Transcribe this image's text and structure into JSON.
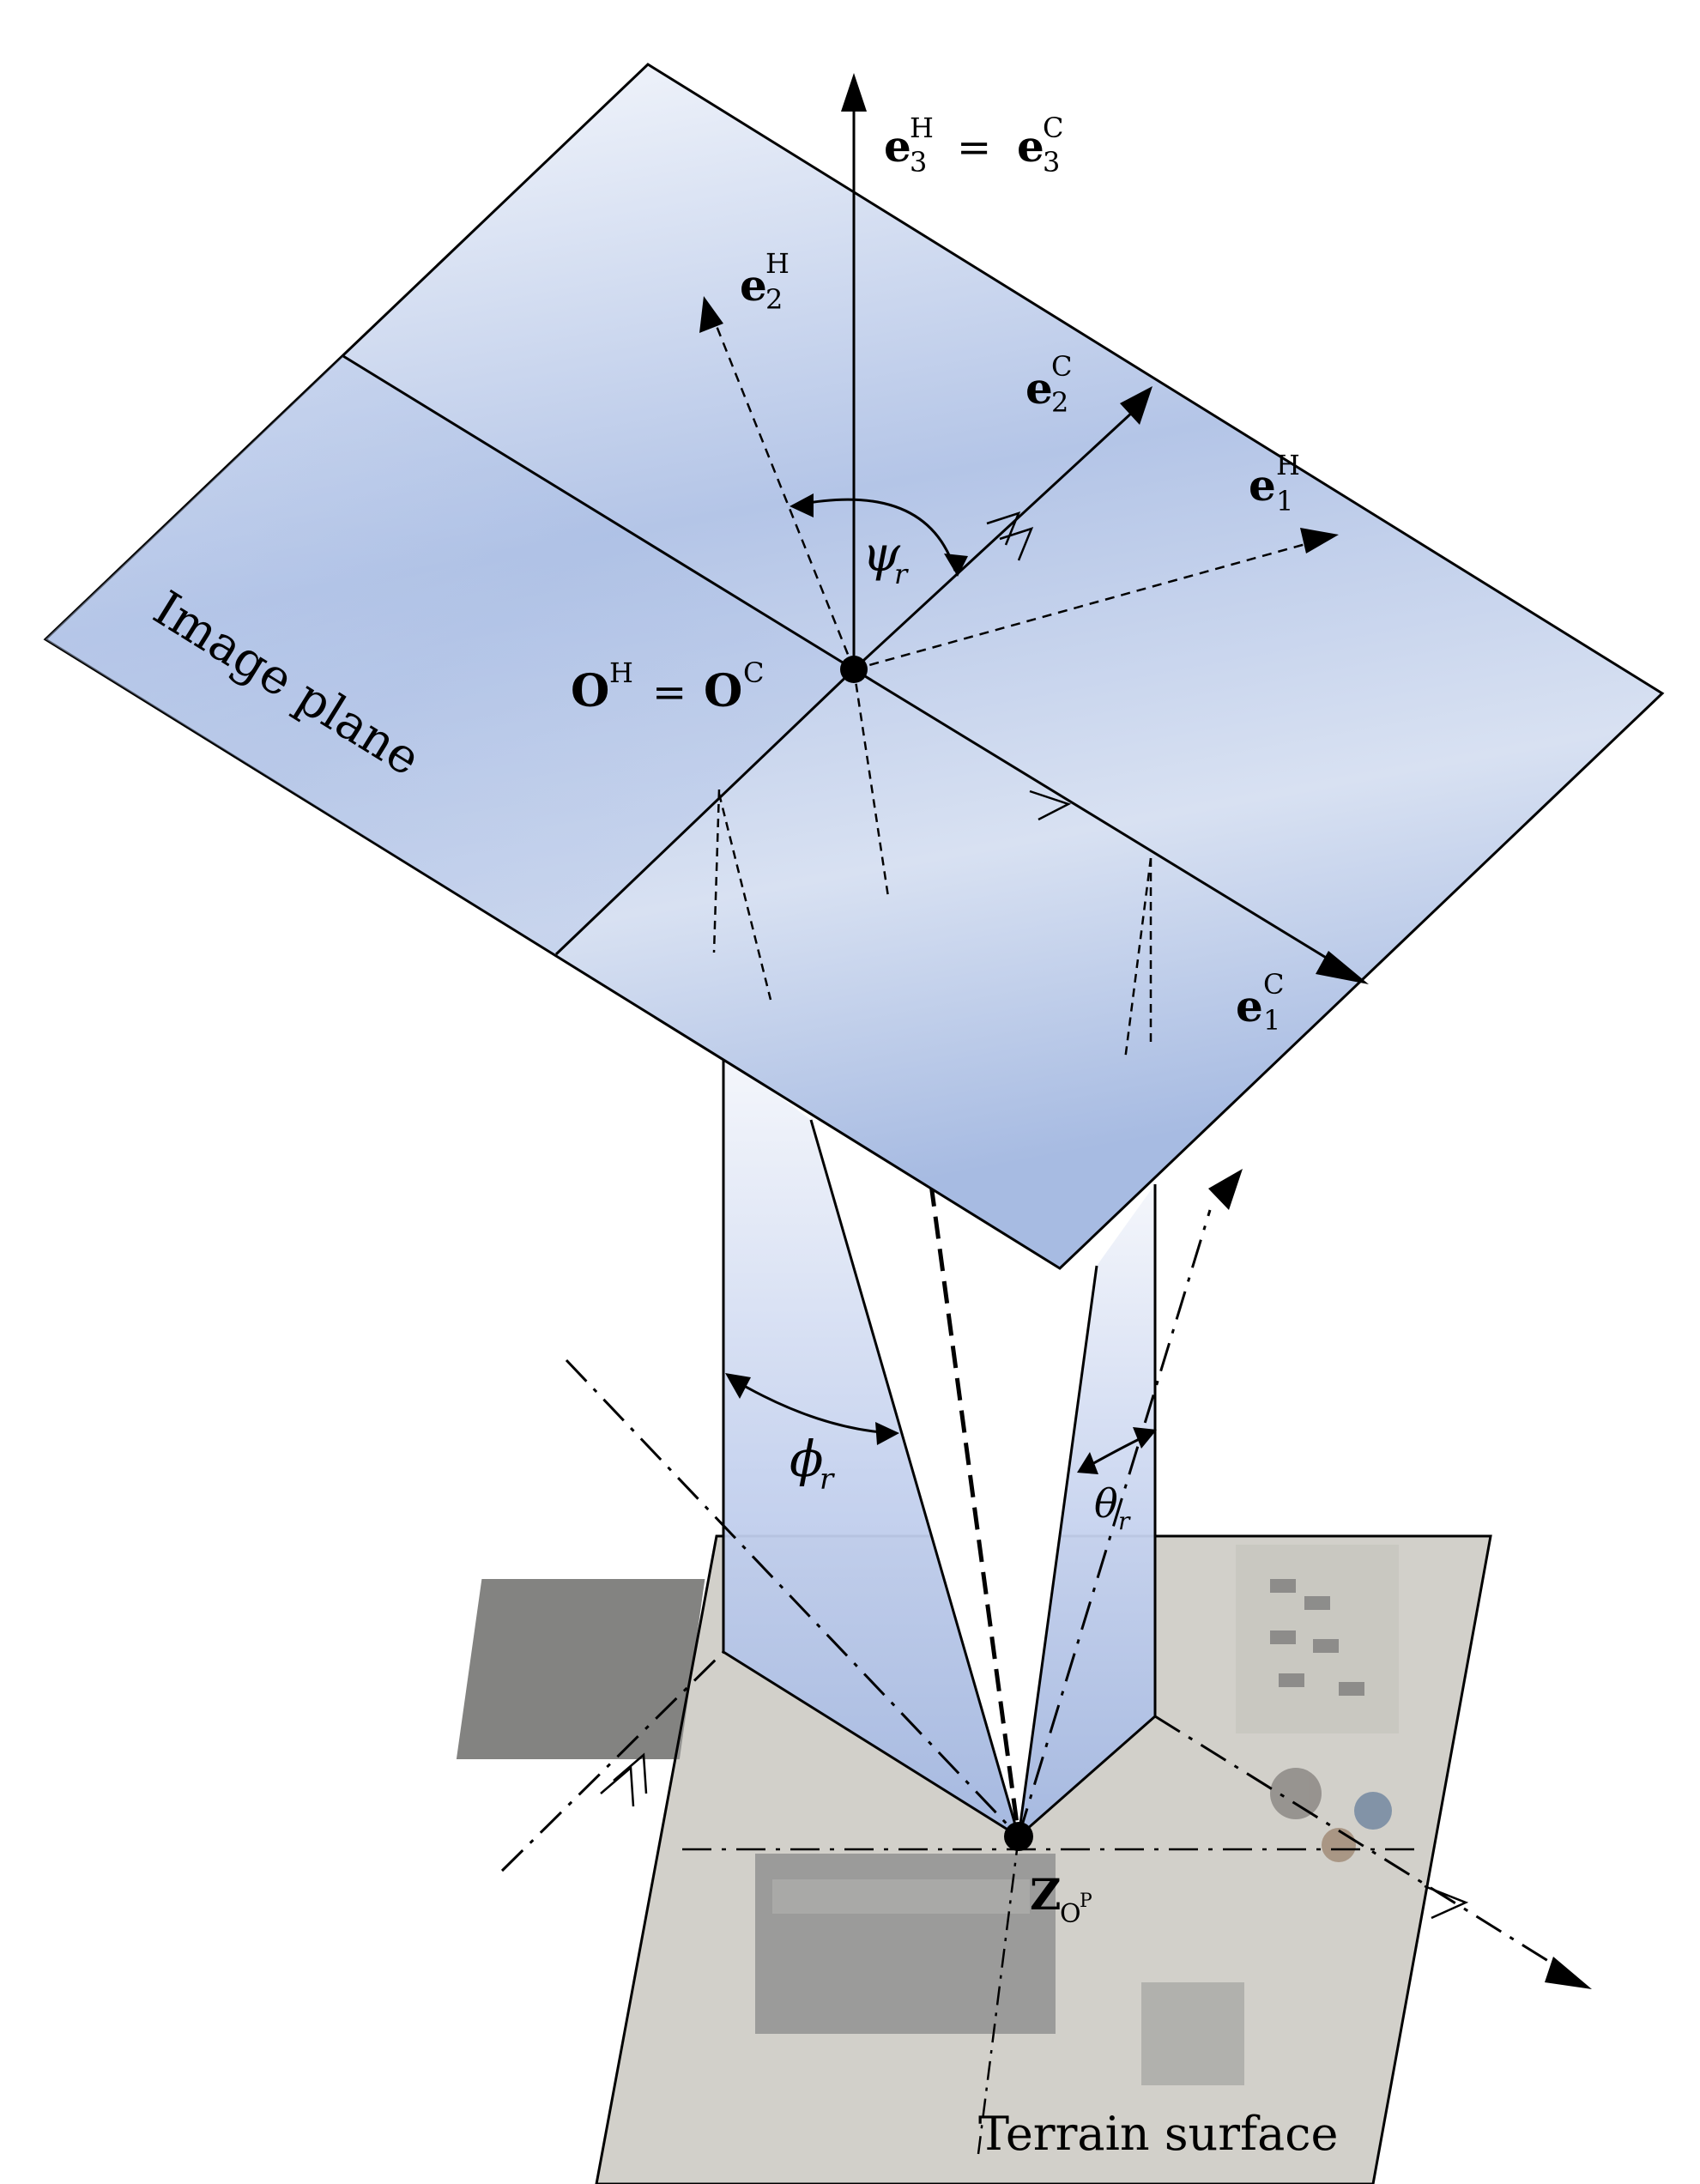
{
  "labels": {
    "e3H": "e",
    "e3H_sup": "H",
    "e3H_sub": "3",
    "eq_top": "=",
    "e3C": "e",
    "e3C_sup": "C",
    "e3C_sub": "3",
    "e2H": "e",
    "e2H_sup": "H",
    "e2H_sub": "2",
    "e2C": "e",
    "e2C_sup": "C",
    "e2C_sub": "2",
    "e1H": "e",
    "e1H_sup": "H",
    "e1H_sub": "1",
    "e1C": "e",
    "e1C_sup": "C",
    "e1C_sub": "1",
    "psi": "ψ",
    "psi_sub": "r",
    "phi": "ϕ",
    "phi_sub": "r",
    "theta": "θ",
    "theta_sub": "r",
    "origin_left": "O",
    "origin_left_sup": "H",
    "origin_eq": "=",
    "origin_right": "O",
    "origin_right_sup": "C",
    "image_plane": "Image plane",
    "z": "Z",
    "z_sub": "O",
    "z_subsup": "P",
    "terrain": "Terrain surface"
  },
  "colors": {
    "plane_light": "#f4f6fb",
    "plane_mid": "#a9bde3",
    "terrain_bg": "#c9c6bf",
    "terrain_building": "#6f6f6f",
    "line": "#000000"
  }
}
